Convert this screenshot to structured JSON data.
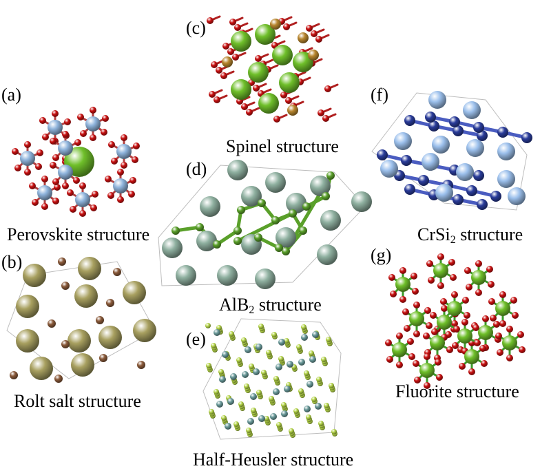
{
  "panels": {
    "a": {
      "letter": "(a)",
      "caption": "Perovskite structure"
    },
    "b": {
      "letter": "(b)",
      "caption": "Rolt salt structure"
    },
    "c": {
      "letter": "(c)",
      "caption": "Spinel structure"
    },
    "d": {
      "letter": "(d)",
      "caption_pre": "AlB",
      "caption_sub": "2",
      "caption_post": " structure"
    },
    "e": {
      "letter": "(e)",
      "caption": "Half-Heusler structure"
    },
    "f": {
      "letter": "(f)",
      "caption_pre": "CrSi",
      "caption_sub": "2",
      "caption_post": " structure"
    },
    "g": {
      "letter": "(g)",
      "caption": "Fluorite structure"
    }
  },
  "colors": {
    "oxygen_red": "#c81010",
    "cation_blue": "#8fb4dc",
    "green_atom": "#6fbf2a",
    "bronze": "#b8862e",
    "olive_large": "#a8a060",
    "brown_small": "#8a5a3a",
    "boron_green": "#5aa02a",
    "al_sphere": "#8fb0a0",
    "heusler_green": "#b6d64a",
    "heusler_teal": "#6a9a9a",
    "cr_dark_blue": "#2a3c9a",
    "si_light_blue": "#9cc0ec",
    "cell_line": "#bdbdbd"
  }
}
